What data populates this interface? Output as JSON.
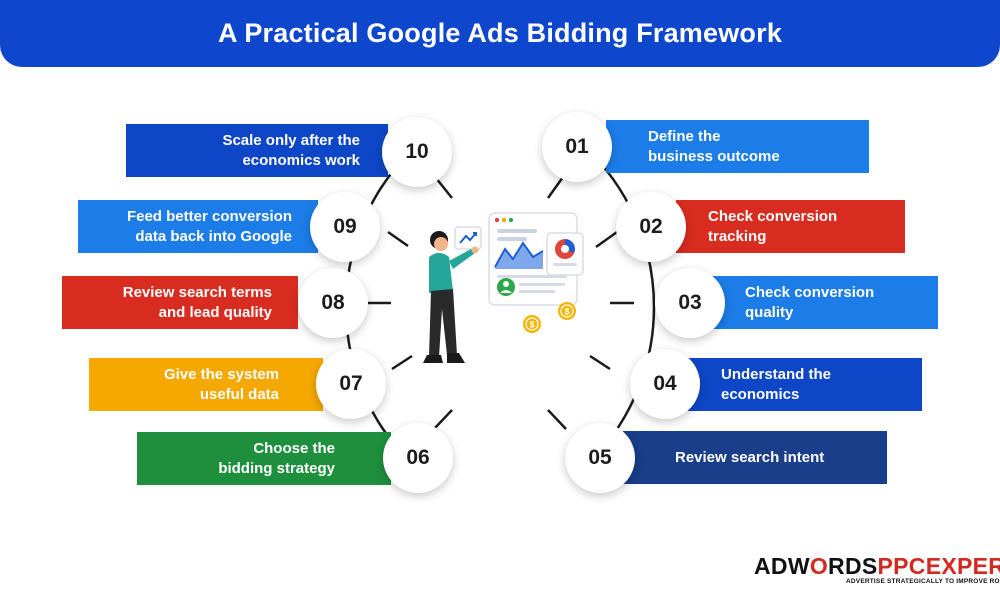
{
  "title": "A Practical Google Ads Bidding Framework",
  "colors": {
    "header": "#0e47cc",
    "dark_blue": "#0d47c7",
    "light_blue": "#1c7de8",
    "red": "#d92c20",
    "orange": "#f5a800",
    "green": "#1e8f3d",
    "navy": "#1a3e8a"
  },
  "steps": [
    {
      "number": "01",
      "lines": [
        "Define the",
        "business outcome"
      ],
      "color": "#1c7de8"
    },
    {
      "number": "02",
      "lines": [
        "Check conversion",
        "tracking"
      ],
      "color": "#d92c20"
    },
    {
      "number": "03",
      "lines": [
        "Check conversion",
        "quality"
      ],
      "color": "#1c7de8"
    },
    {
      "number": "04",
      "lines": [
        "Understand the",
        "economics"
      ],
      "color": "#0d47c7"
    },
    {
      "number": "05",
      "lines": [
        "Review search intent"
      ],
      "color": "#1a3e8a"
    },
    {
      "number": "06",
      "lines": [
        "Choose the",
        "bidding strategy"
      ],
      "color": "#1e8f3d"
    },
    {
      "number": "07",
      "lines": [
        "Give the system",
        "useful data"
      ],
      "color": "#f5a800"
    },
    {
      "number": "08",
      "lines": [
        "Review search terms",
        "and lead quality"
      ],
      "color": "#d92c20"
    },
    {
      "number": "09",
      "lines": [
        "Feed better conversion",
        "data back into Google"
      ],
      "color": "#1c7de8"
    },
    {
      "number": "10",
      "lines": [
        "Scale only after the",
        "economics work"
      ],
      "color": "#0d47c7"
    }
  ],
  "logo": {
    "part1": "ADW",
    "part2": "O",
    "part3": "RDS",
    "part4": "PPCEXPERT",
    "tagline": "ADVERTISE STRATEGICALLY TO IMPROVE ROI",
    "icon": "magnifier-o-icon"
  },
  "illustration": {
    "icons": [
      "analytics-dashboard-icon",
      "person-pointing-icon",
      "dollar-coin-icon",
      "trend-up-icon",
      "pie-chart-icon",
      "user-profile-icon"
    ]
  }
}
